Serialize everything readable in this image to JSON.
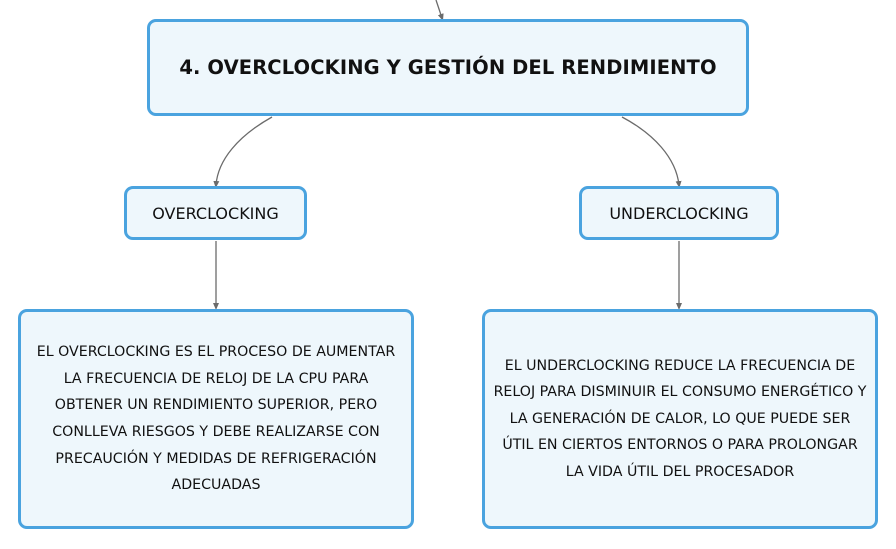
{
  "diagram": {
    "root": {
      "title": "4. OVERCLOCKING Y GESTIÓN DEL RENDIMIENTO"
    },
    "branches": [
      {
        "label": "OVERCLOCKING",
        "description": "EL OVERCLOCKING ES EL PROCESO DE AUMENTAR LA FRECUENCIA DE RELOJ DE LA CPU PARA OBTENER UN RENDIMIENTO SUPERIOR, PERO CONLLEVA RIESGOS Y DEBE REALIZARSE CON PRECAUCIÓN Y MEDIDAS DE REFRIGERACIÓN ADECUADAS"
      },
      {
        "label": "UNDERCLOCKING",
        "description": "EL UNDERCLOCKING REDUCE LA FRECUENCIA DE RELOJ PARA DISMINUIR EL CONSUMO ENERGÉTICO Y LA GENERACIÓN DE CALOR, LO QUE PUEDE SER ÚTIL EN CIERTOS ENTORNOS O PARA PROLONGAR LA VIDA ÚTIL DEL PROCESADOR"
      }
    ],
    "colors": {
      "node_border": "#4aa3df",
      "node_fill": "#eef7fc",
      "connector": "#6b6b6b"
    }
  }
}
